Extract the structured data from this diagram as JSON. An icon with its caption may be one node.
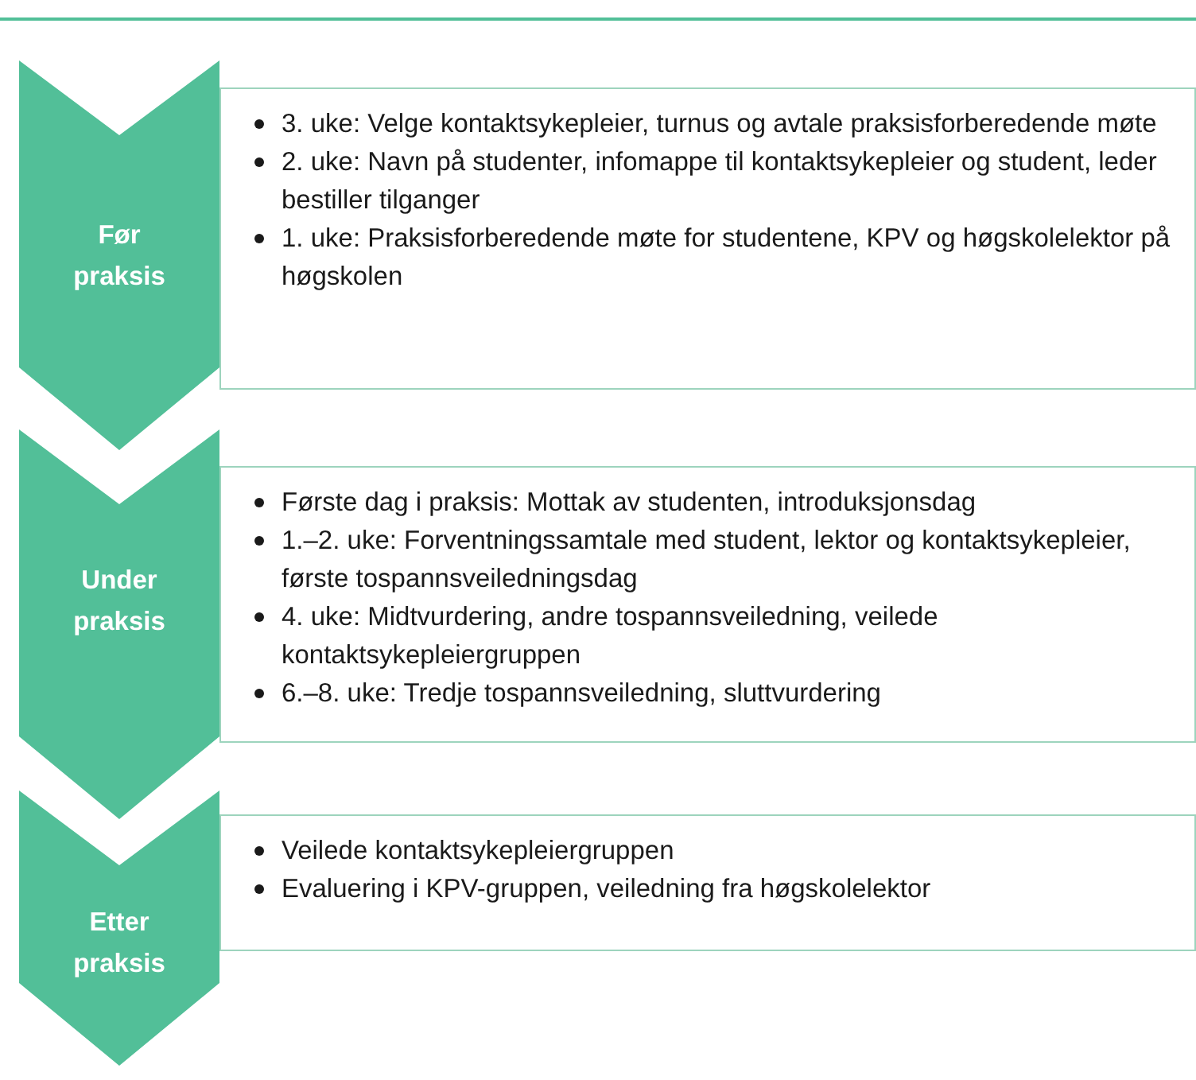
{
  "diagram": {
    "nodes": [
      {
        "text": [
          "Før praksis"
        ]
      },
      {
        "text": [
          "3. uke: Velge kontaktsykepleier, turnus og avtale praksisforberedende møte",
          "2. uke: Navn på studenter, infomappe til kontaktsykepleier og student, leder bestiller tilganger",
          "1. uke: Praksisforberedende møte for studentene, KPV og høgskolelektor på høgskolen"
        ]
      },
      {
        "text": [
          "Under praksis"
        ]
      },
      {
        "text": [
          "Første dag i praksis: Mottak av studenten, introduksjonsdag",
          "1.–2. uke: Forventningssamtale med student, lektor og kontaktsykepleier, første tospannsveiledningsdag",
          "4. uke: Midtvurdering, andre tospannsveiledning, veilede kontaktsykepleiergruppen",
          "6.–8. uke: Tredje tospannsveiledning, sluttvurdering"
        ]
      },
      {
        "text": [
          "Etter praksis"
        ]
      },
      {
        "text": [
          "Veilede kontaktsykepleiergruppen",
          "Evaluering i KPV-gruppen, veiledning fra høgskolelektor"
        ]
      }
    ]
  }
}
